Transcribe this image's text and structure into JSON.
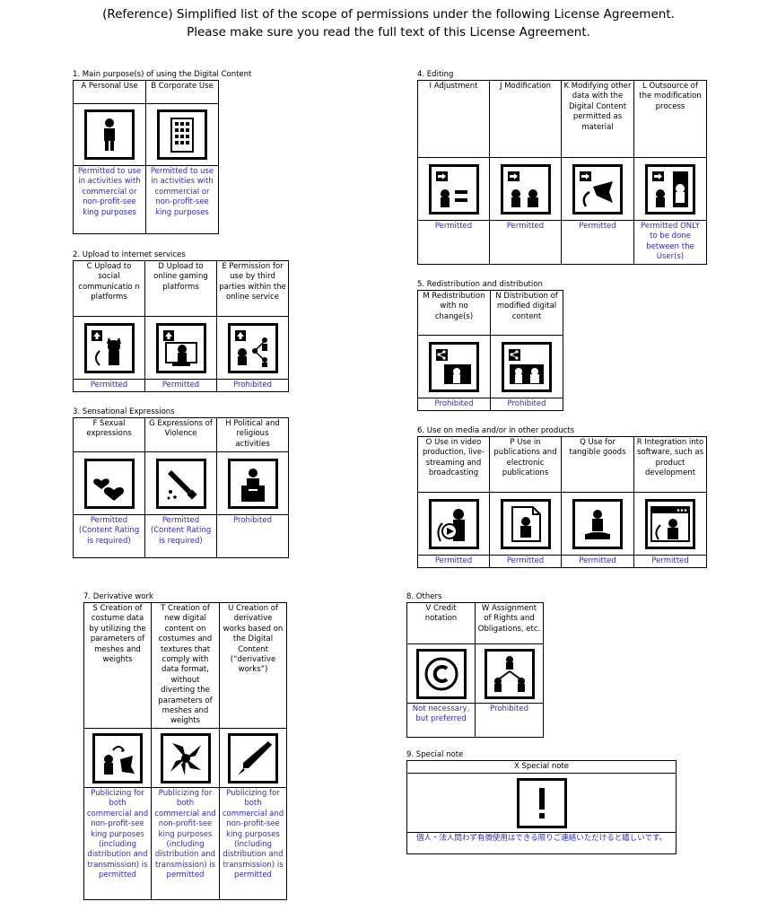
{
  "header": {
    "line1": "(Reference) Simplified list of the scope of permissions under the following License Agreement.",
    "line2": "Please make sure you read the full text of this License Agreement."
  },
  "s1": {
    "title": "1. Main purpose(s) of using the Digital Content",
    "cols": [
      {
        "label": "A Personal Use",
        "icon": "person-icon",
        "status": "Permitted to use in activities with commercial or non-profit-see king purposes"
      },
      {
        "label": "B Corporate Use",
        "icon": "building-icon",
        "status": "Permitted to use in activities with commercial or non-profit-see king purposes"
      }
    ]
  },
  "s2": {
    "title": "2. Upload to internet services",
    "cols": [
      {
        "label": "C Upload to social communicatio n platforms",
        "icon": "sns-upload-icon",
        "status": "Permitted"
      },
      {
        "label": "D Upload to online gaming platforms",
        "icon": "game-upload-icon",
        "status": "Permitted"
      },
      {
        "label": "E Permission for use by third parties within the online service",
        "icon": "third-party-share-icon",
        "status": "Prohibited"
      }
    ]
  },
  "s3": {
    "title": "3. Sensational Expressions",
    "cols": [
      {
        "label": "F Sexual expressions",
        "icon": "hearts-icon",
        "status": "Permitted (Content Rating is required)"
      },
      {
        "label": "G Expressions of Violence",
        "icon": "knife-icon",
        "status": "Permitted (Content Rating is required)"
      },
      {
        "label": "H Political and religious activities",
        "icon": "podium-icon",
        "status": "Prohibited"
      }
    ]
  },
  "s4": {
    "title": "4. Editing",
    "cols": [
      {
        "label": "I Adjustment",
        "icon": "adjust-icon",
        "status": "Permitted"
      },
      {
        "label": "J Modification",
        "icon": "modify-icon",
        "status": "Permitted"
      },
      {
        "label": "K Modifying other data with the Digital Content permitted as material",
        "icon": "material-icon",
        "status": "Permitted"
      },
      {
        "label": "L Outsource of the modification process",
        "icon": "outsource-icon",
        "status": "Permitted ONLY to be done between the User(s)"
      }
    ]
  },
  "s5": {
    "title": "5. Redistribution and distribution",
    "cols": [
      {
        "label": "M Redistribution with no change(s)",
        "icon": "redistribute-icon",
        "status": "Prohibited"
      },
      {
        "label": "N Distribution of modified digital content",
        "icon": "distribute-modified-icon",
        "status": "Prohibited"
      }
    ]
  },
  "s6": {
    "title": "6. Use on media and/or in other products",
    "cols": [
      {
        "label": "O Use in video production, live-streaming and broadcasting",
        "icon": "video-icon",
        "status": "Permitted"
      },
      {
        "label": "P Use in publications and electronic publications",
        "icon": "publication-icon",
        "status": "Permitted"
      },
      {
        "label": "Q Use for tangible goods",
        "icon": "figure-icon",
        "status": "Permitted"
      },
      {
        "label": "R Integration into software, such as product development",
        "icon": "software-icon",
        "status": "Permitted"
      }
    ]
  },
  "s7": {
    "title": "7. Derivative work",
    "cols": [
      {
        "label": "S Creation of costume data by utilizing the parameters of meshes and weights",
        "icon": "costume-icon",
        "status": "Publicizing for both commercial and non-profit-see king purposes (including distribution and transmission) is permitted"
      },
      {
        "label": "T Creation of new digital content on costumes and textures that comply with data format, without diverting the parameters of meshes and weights",
        "icon": "texture-icon",
        "status": "Publicizing for both commercial and non-profit-see king purposes (including distribution and transmission) is permitted"
      },
      {
        "label": "U Creation of derivative works based on the Digital Content (“derivative works”)",
        "icon": "pen-icon",
        "status": "Publicizing for both commercial and non-profit-see king purposes (including distribution and transmission) is permitted"
      }
    ]
  },
  "s8": {
    "title": "8. Others",
    "cols": [
      {
        "label": "V Credit notation",
        "icon": "copyright-icon",
        "status": "Not necessary, but preferred"
      },
      {
        "label": "W Assignment of Rights and Obligations, etc.",
        "icon": "assignment-icon",
        "status": "Prohibited"
      }
    ]
  },
  "s9": {
    "title": "9. Special note",
    "label": "X Special note",
    "icon": "exclamation-icon",
    "note": "個人・法人問わず有償使用はできる限りご連絡いただけると嬉しいです。"
  }
}
